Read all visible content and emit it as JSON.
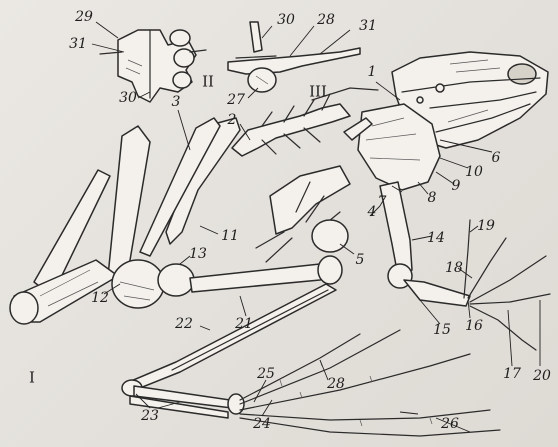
{
  "figure": {
    "panel_labels": [
      "I",
      "II",
      "III"
    ],
    "part_labels": [
      "1",
      "2",
      "3",
      "4",
      "5",
      "6",
      "7",
      "8",
      "9",
      "10",
      "11",
      "12",
      "13",
      "14",
      "15",
      "16",
      "17",
      "18",
      "19",
      "20",
      "21",
      "22",
      "23",
      "24",
      "25",
      "26",
      "27",
      "28",
      "29",
      "30",
      "31"
    ],
    "secondary_labels": {
      "II_30": "30",
      "II_31": "31",
      "III_28": "28",
      "III_31": "31",
      "III_30": "30",
      "III_27": "27",
      "main_28": "28"
    }
  }
}
